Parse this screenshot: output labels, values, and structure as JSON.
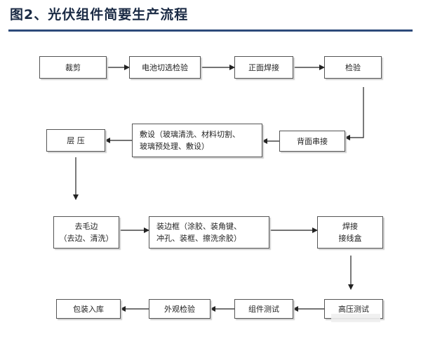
{
  "title": "图2、光伏组件简要生产流程",
  "steps": {
    "cut": "裁剪",
    "cell_sort": "电池切选检验",
    "front_weld": "正面焊接",
    "inspect": "检验",
    "back_string": "背面串接",
    "lay_line1": "敷设（玻璃清洗、材料切割、",
    "lay_line2": "玻璃预处理、敷设）",
    "laminate": "层 压",
    "trim_line1": "去毛边",
    "trim_line2": "（去边、清洗）",
    "frame_line1": "装边框（涂胶、装角键、",
    "frame_line2": "冲孔、装框、擦洗余胶）",
    "jbox_line1": "焊接",
    "jbox_line2": "接线盒",
    "hipot": "高压测试",
    "module_test": "组件测试",
    "visual": "外观检验",
    "pack": "包装入库"
  },
  "colors": {
    "title": "#1a2a44",
    "rule": "#2d4a7a",
    "border": "#555555",
    "arrow": "#222222"
  }
}
